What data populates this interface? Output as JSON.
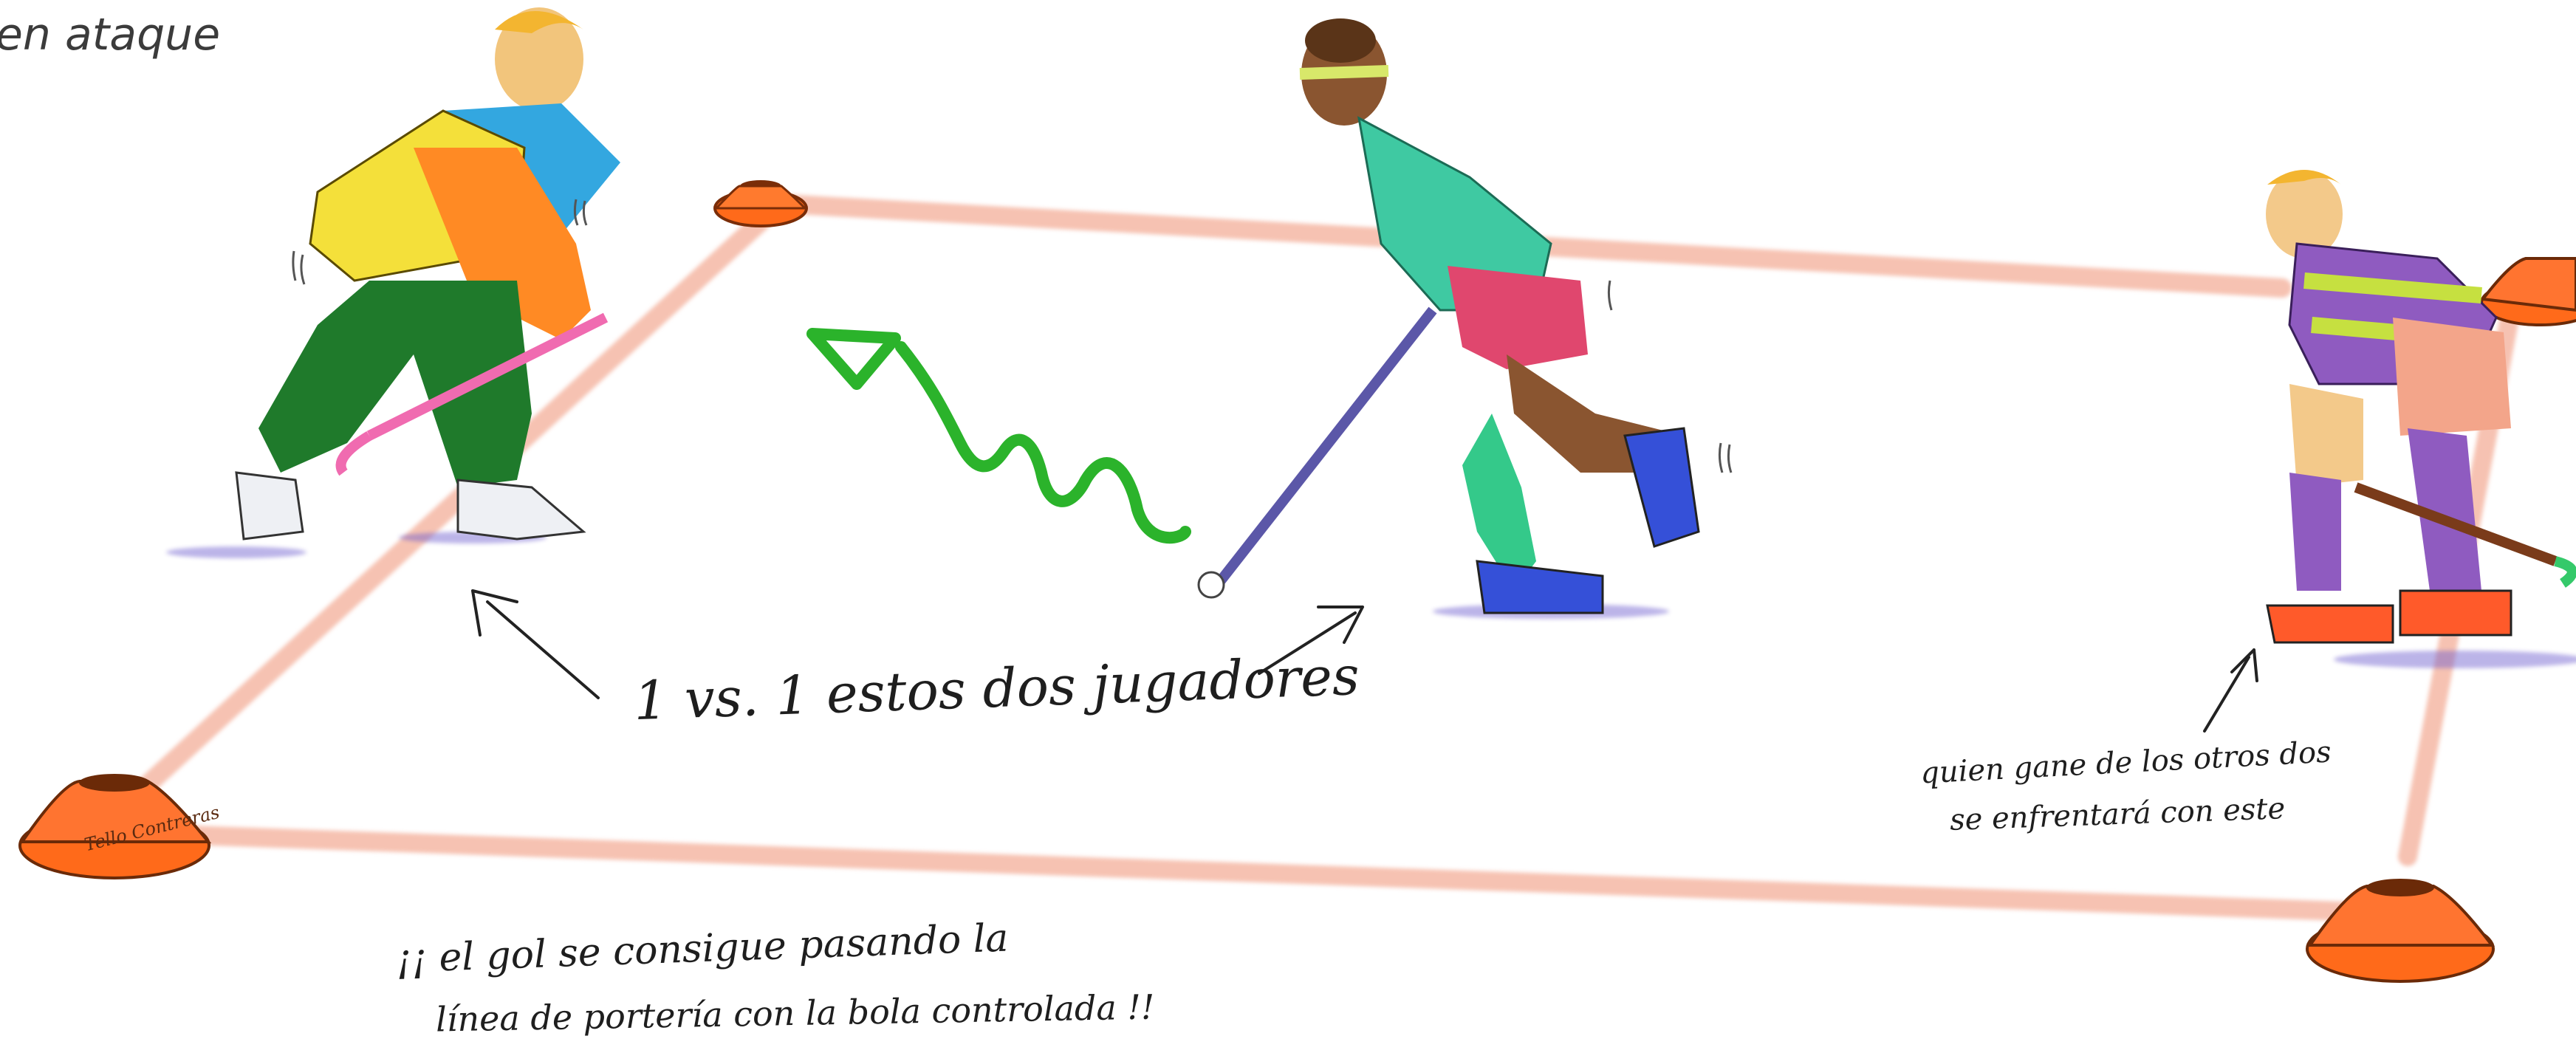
{
  "title": "en ataque",
  "annotations": {
    "main": "1 vs. 1 estos dos jugadores",
    "right_line1": "quien gane de los otros dos",
    "right_line2": "se enfrentará con este",
    "bottom_line1": "¡¡ el gol se consigue pasando la",
    "bottom_line2": "línea de portería con la bola controlada !!"
  },
  "signature": "Tello Contreras",
  "colors": {
    "cone": "#ff6a1a",
    "field_line": "#f4b39f",
    "dribble_path": "#2bb32b",
    "arrows": "#222222"
  }
}
